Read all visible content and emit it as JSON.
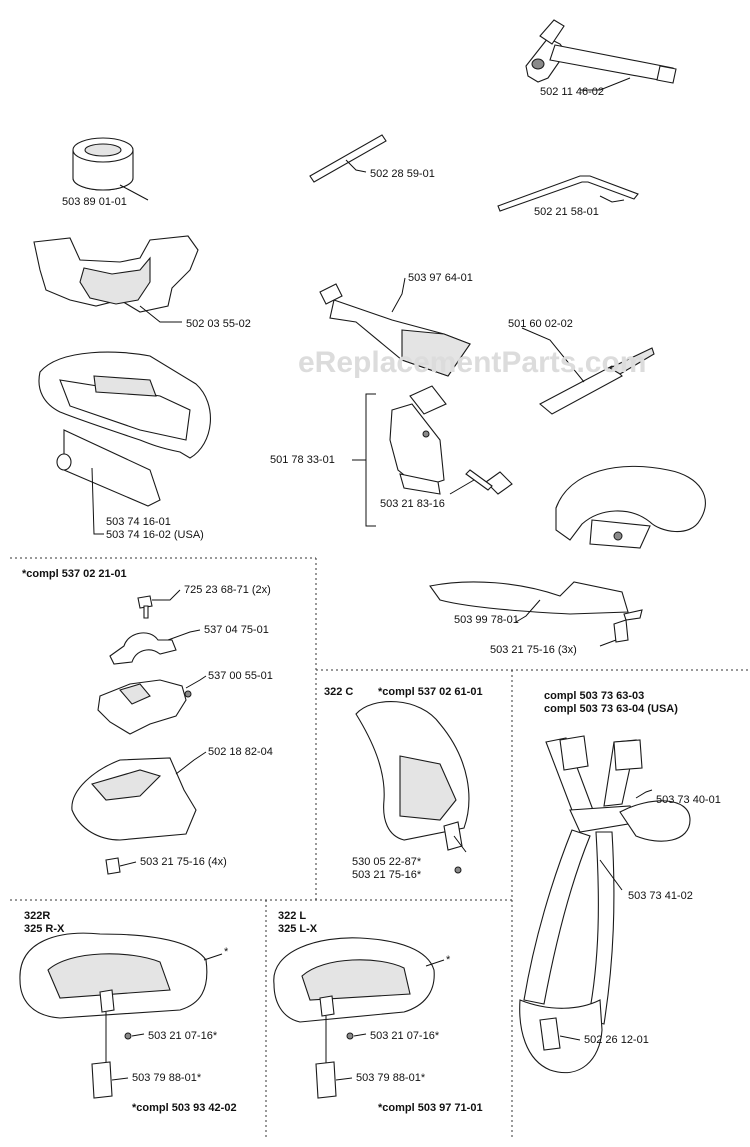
{
  "watermark": "eReplacementParts.com",
  "parts": {
    "wrench": "502 11 46-02",
    "ring": "503 89 01-01",
    "pin": "502 28 59-01",
    "hex_key": "502 21 58-01",
    "guard_plate": "502 03 55-02",
    "grease_tube": "503 97 64-01",
    "file": "501 60 02-02",
    "bracket": "501 78 33-01",
    "bracket_screw": "503 21 83-16",
    "shield_a": "503 74 16-01",
    "shield_b": "503 74 16-02 (USA)",
    "handle_bar": "503 99 78-01",
    "handle_screw": "503 21 75-16 (3x)"
  },
  "kit1": {
    "title": "*compl 537 02 21-01",
    "bolt": "725 23 68-71 (2x)",
    "clamp": "537 04 75-01",
    "holder": "537 00 55-01",
    "guard": "502 18 82-04",
    "screws": "503 21 75-16 (4x)"
  },
  "kit2": {
    "model": "322 C",
    "title": "*compl 537 02 61-01",
    "part_a": "530 05 22-87*",
    "part_b": "503 21 75-16*"
  },
  "harness": {
    "title1": "compl 503 73 63-03",
    "title2": "compl 503 73 63-04 (USA)",
    "buckle": "503 73 40-01",
    "pad": "503 73 41-02",
    "hook": "502 26 12-01"
  },
  "kit3": {
    "model1": "322R",
    "model2": "325 R-X",
    "star": "*",
    "screw": "503 21 07-16*",
    "knife": "503 79 88-01*",
    "title": "*compl 503 93 42-02"
  },
  "kit4": {
    "model1": "322 L",
    "model2": "325 L-X",
    "star": "*",
    "screw": "503 21 07-16*",
    "knife": "503 79 88-01*",
    "title": "*compl 503 97 71-01"
  }
}
